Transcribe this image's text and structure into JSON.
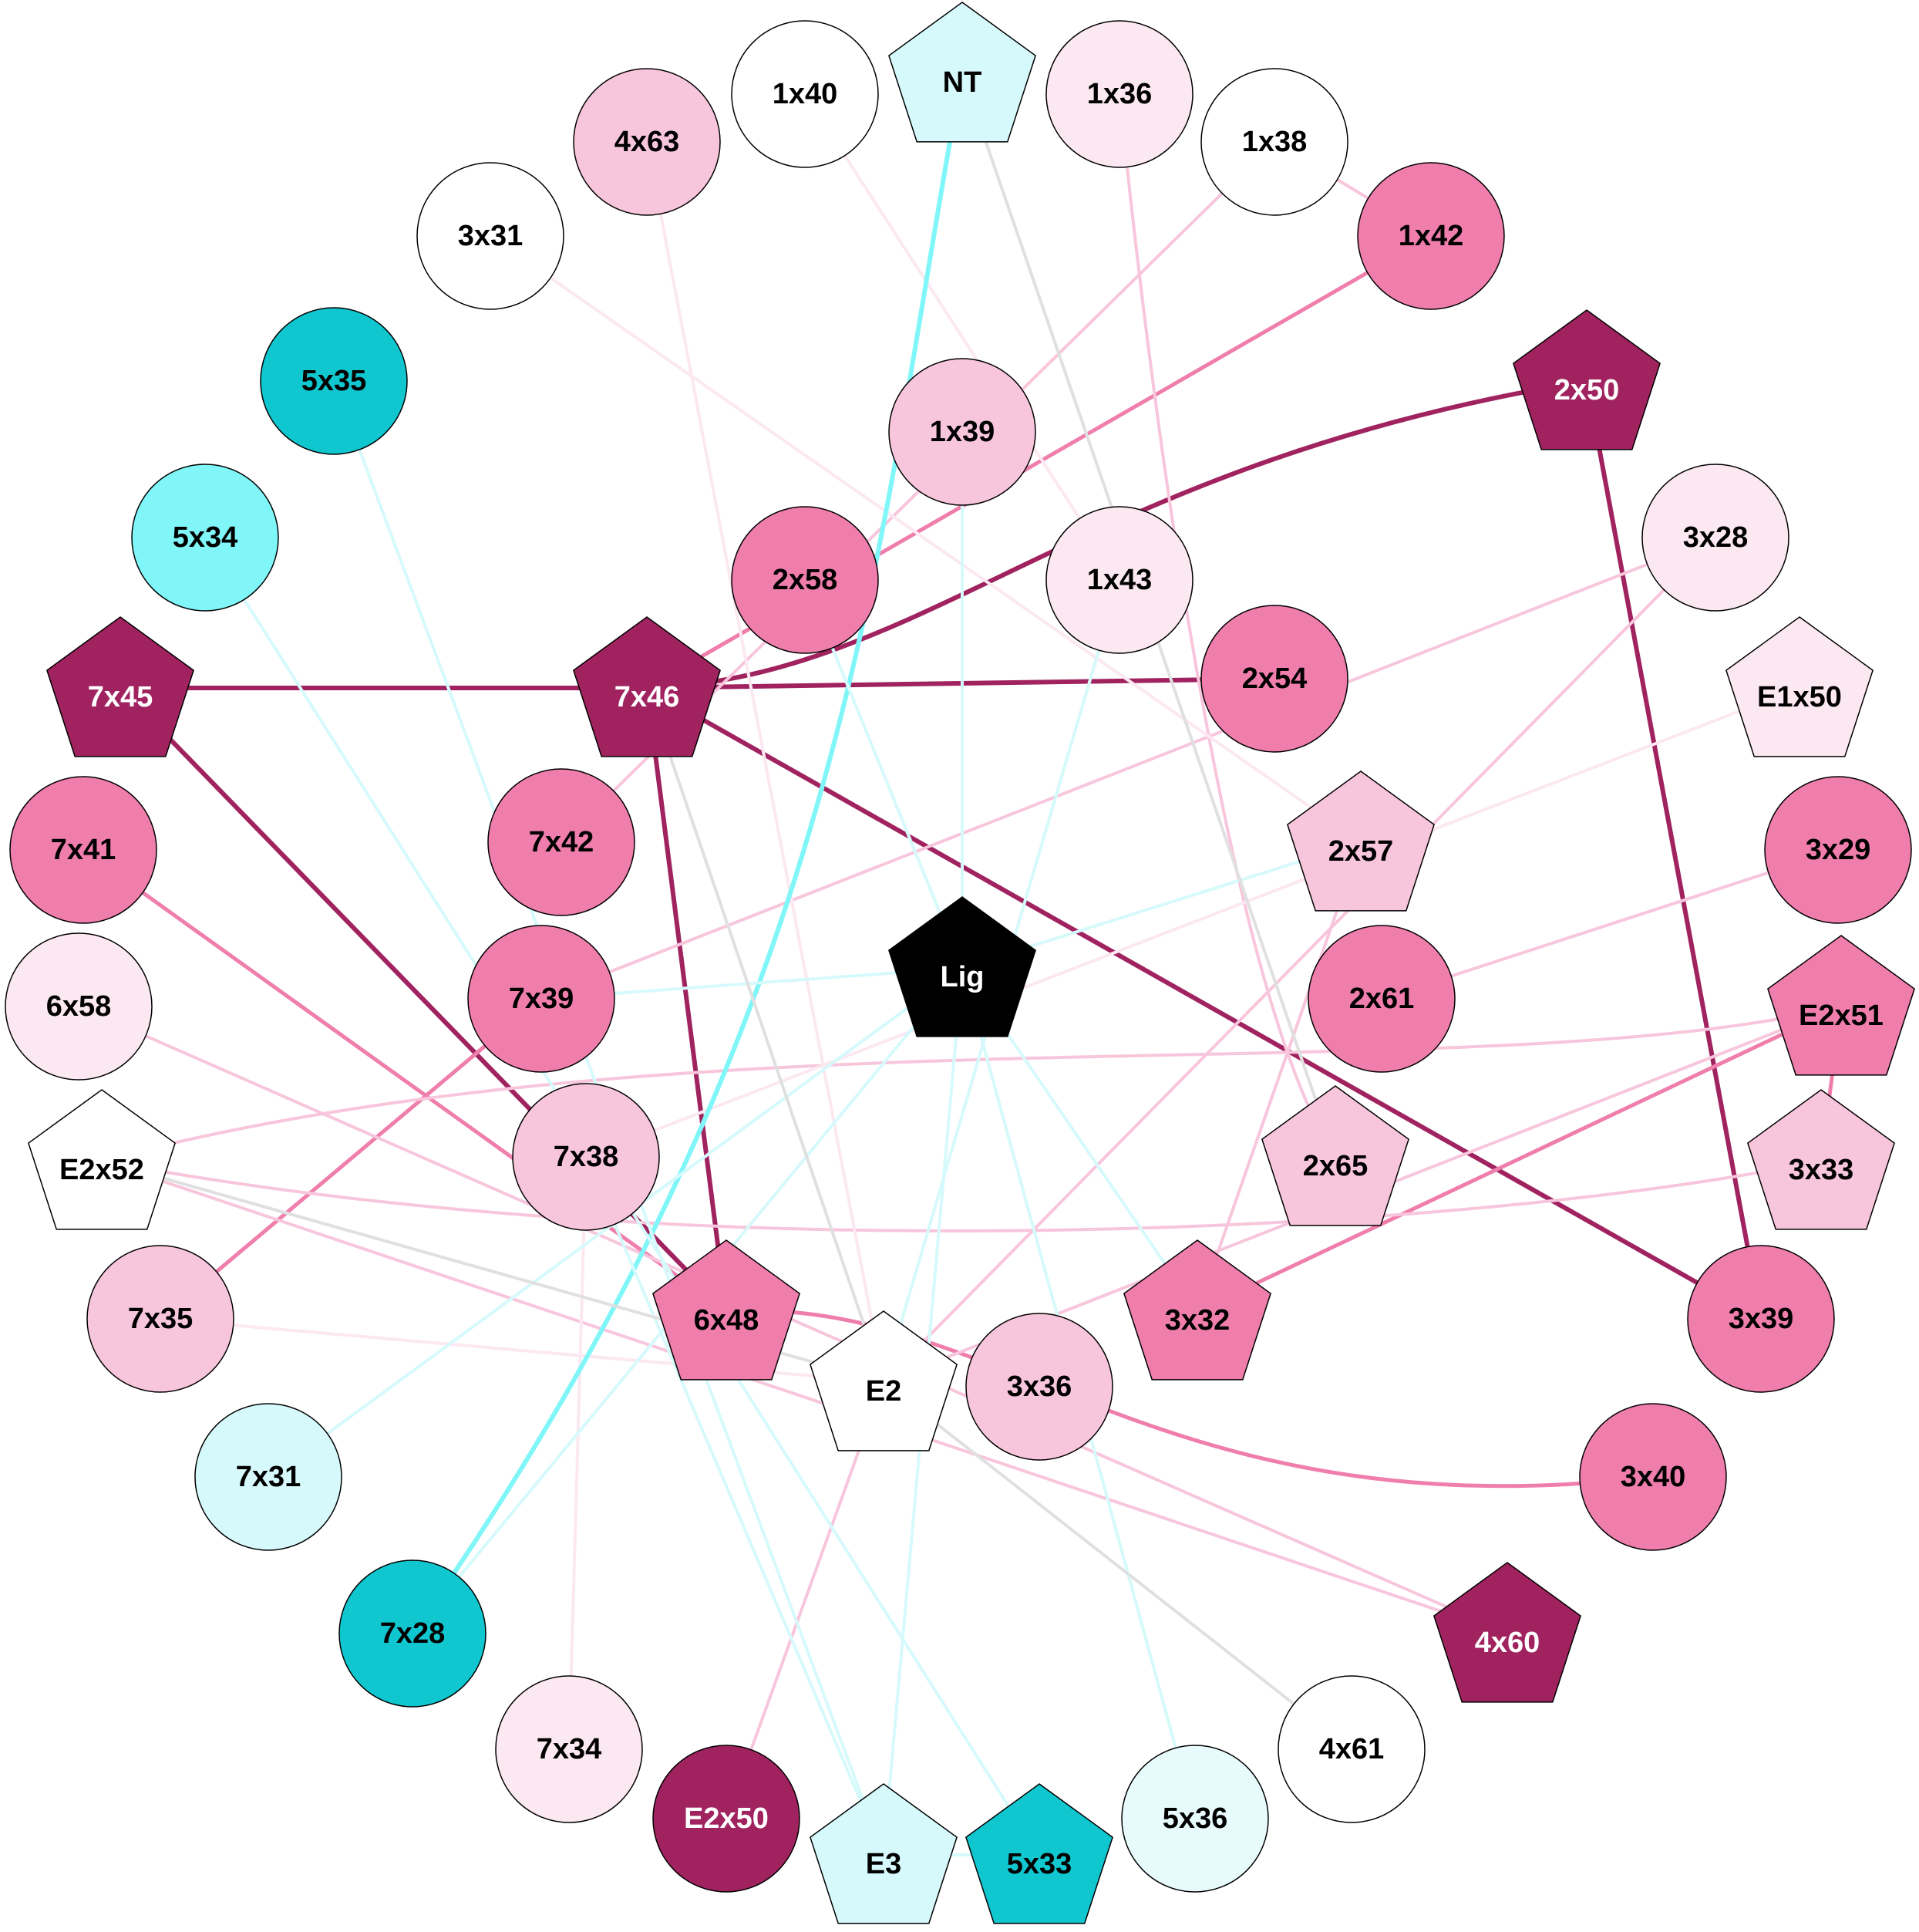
{
  "palette": {
    "white": "#ffffff",
    "black": "#000000",
    "pale_pink": "#fce8f1",
    "light_pink": "#f8c6dc",
    "pink": "#ef7eac",
    "magenta": "#a02360",
    "pale_cyan": "#d6fafc",
    "very_pale_cyan": "#e8fbfc",
    "light_cyan": "#80f6f8",
    "teal": "#10c6cf",
    "gray": "#e0e0e0"
  },
  "nodes": [
    {
      "id": "NT",
      "label": "NT",
      "shape": "pentagon",
      "fill": "pale_cyan",
      "text": "black"
    },
    {
      "id": "1x36",
      "label": "1x36",
      "shape": "circle",
      "fill": "pale_pink",
      "text": "black"
    },
    {
      "id": "1x40",
      "label": "1x40",
      "shape": "circle",
      "fill": "white",
      "text": "black"
    },
    {
      "id": "4x63",
      "label": "4x63",
      "shape": "circle",
      "fill": "light_pink",
      "text": "black"
    },
    {
      "id": "1x38",
      "label": "1x38",
      "shape": "circle",
      "fill": "white",
      "text": "black"
    },
    {
      "id": "3x31",
      "label": "3x31",
      "shape": "circle",
      "fill": "white",
      "text": "black"
    },
    {
      "id": "1x42",
      "label": "1x42",
      "shape": "circle",
      "fill": "pink",
      "text": "black"
    },
    {
      "id": "5x35",
      "label": "5x35",
      "shape": "circle",
      "fill": "teal",
      "text": "black"
    },
    {
      "id": "2x50",
      "label": "2x50",
      "shape": "pentagon",
      "fill": "magenta",
      "text": "white"
    },
    {
      "id": "1x39",
      "label": "1x39",
      "shape": "circle",
      "fill": "light_pink",
      "text": "black"
    },
    {
      "id": "5x34",
      "label": "5x34",
      "shape": "circle",
      "fill": "light_cyan",
      "text": "black"
    },
    {
      "id": "3x28",
      "label": "3x28",
      "shape": "circle",
      "fill": "pale_pink",
      "text": "black"
    },
    {
      "id": "2x58",
      "label": "2x58",
      "shape": "circle",
      "fill": "pink",
      "text": "black"
    },
    {
      "id": "1x43",
      "label": "1x43",
      "shape": "circle",
      "fill": "pale_pink",
      "text": "black"
    },
    {
      "id": "7x45",
      "label": "7x45",
      "shape": "pentagon",
      "fill": "magenta",
      "text": "white"
    },
    {
      "id": "7x46",
      "label": "7x46",
      "shape": "pentagon",
      "fill": "magenta",
      "text": "white"
    },
    {
      "id": "2x54",
      "label": "2x54",
      "shape": "circle",
      "fill": "pink",
      "text": "black"
    },
    {
      "id": "E1x50",
      "label": "E1x50",
      "shape": "pentagon",
      "fill": "pale_pink",
      "text": "black"
    },
    {
      "id": "7x41",
      "label": "7x41",
      "shape": "circle",
      "fill": "pink",
      "text": "black"
    },
    {
      "id": "7x42",
      "label": "7x42",
      "shape": "circle",
      "fill": "pink",
      "text": "black"
    },
    {
      "id": "2x57",
      "label": "2x57",
      "shape": "pentagon",
      "fill": "light_pink",
      "text": "black"
    },
    {
      "id": "3x29",
      "label": "3x29",
      "shape": "circle",
      "fill": "pink",
      "text": "black"
    },
    {
      "id": "Lig",
      "label": "Lig",
      "shape": "pentagon",
      "fill": "black",
      "text": "white"
    },
    {
      "id": "6x58",
      "label": "6x58",
      "shape": "circle",
      "fill": "pale_pink",
      "text": "black"
    },
    {
      "id": "7x39",
      "label": "7x39",
      "shape": "circle",
      "fill": "pink",
      "text": "black"
    },
    {
      "id": "2x61",
      "label": "2x61",
      "shape": "circle",
      "fill": "pink",
      "text": "black"
    },
    {
      "id": "E2x51",
      "label": "E2x51",
      "shape": "pentagon",
      "fill": "pink",
      "text": "black"
    },
    {
      "id": "E2x52",
      "label": "E2x52",
      "shape": "pentagon",
      "fill": "white",
      "text": "black"
    },
    {
      "id": "7x38",
      "label": "7x38",
      "shape": "circle",
      "fill": "light_pink",
      "text": "black"
    },
    {
      "id": "2x65",
      "label": "2x65",
      "shape": "pentagon",
      "fill": "light_pink",
      "text": "black"
    },
    {
      "id": "3x33",
      "label": "3x33",
      "shape": "pentagon",
      "fill": "light_pink",
      "text": "black"
    },
    {
      "id": "7x35",
      "label": "7x35",
      "shape": "circle",
      "fill": "light_pink",
      "text": "black"
    },
    {
      "id": "6x48",
      "label": "6x48",
      "shape": "pentagon",
      "fill": "pink",
      "text": "black"
    },
    {
      "id": "3x32",
      "label": "3x32",
      "shape": "pentagon",
      "fill": "pink",
      "text": "black"
    },
    {
      "id": "3x39",
      "label": "3x39",
      "shape": "circle",
      "fill": "pink",
      "text": "black"
    },
    {
      "id": "E2",
      "label": "E2",
      "shape": "pentagon",
      "fill": "white",
      "text": "black"
    },
    {
      "id": "3x36",
      "label": "3x36",
      "shape": "circle",
      "fill": "light_pink",
      "text": "black"
    },
    {
      "id": "7x31",
      "label": "7x31",
      "shape": "circle",
      "fill": "pale_cyan",
      "text": "black"
    },
    {
      "id": "3x40",
      "label": "3x40",
      "shape": "circle",
      "fill": "pink",
      "text": "black"
    },
    {
      "id": "7x28",
      "label": "7x28",
      "shape": "circle",
      "fill": "teal",
      "text": "black"
    },
    {
      "id": "4x60",
      "label": "4x60",
      "shape": "pentagon",
      "fill": "magenta",
      "text": "white"
    },
    {
      "id": "7x34",
      "label": "7x34",
      "shape": "circle",
      "fill": "pale_pink",
      "text": "black"
    },
    {
      "id": "4x61",
      "label": "4x61",
      "shape": "circle",
      "fill": "white",
      "text": "black"
    },
    {
      "id": "E2x50",
      "label": "E2x50",
      "shape": "circle",
      "fill": "magenta",
      "text": "white"
    },
    {
      "id": "5x36",
      "label": "5x36",
      "shape": "circle",
      "fill": "very_pale_cyan",
      "text": "black"
    },
    {
      "id": "E3",
      "label": "E3",
      "shape": "pentagon",
      "fill": "pale_cyan",
      "text": "black"
    },
    {
      "id": "5x33",
      "label": "5x33",
      "shape": "pentagon",
      "fill": "teal",
      "text": "black"
    }
  ],
  "edges": [
    {
      "source": "7x45",
      "target": "7x46",
      "color": "magenta",
      "weight": 3
    },
    {
      "source": "7x46",
      "target": "2x50",
      "color": "magenta",
      "weight": 3
    },
    {
      "source": "7x46",
      "target": "2x54",
      "color": "magenta",
      "weight": 3
    },
    {
      "source": "7x46",
      "target": "3x39",
      "color": "magenta",
      "weight": 3
    },
    {
      "source": "7x46",
      "target": "6x48",
      "color": "magenta",
      "weight": 3
    },
    {
      "source": "7x45",
      "target": "6x48",
      "color": "magenta",
      "weight": 3
    },
    {
      "source": "2x50",
      "target": "3x39",
      "color": "magenta",
      "weight": 3
    },
    {
      "source": "1x42",
      "target": "7x46",
      "color": "pink",
      "weight": 2.5
    },
    {
      "source": "7x41",
      "target": "6x48",
      "color": "pink",
      "weight": 2.5
    },
    {
      "source": "6x48",
      "target": "3x40",
      "color": "pink",
      "weight": 2.5
    },
    {
      "source": "7x39",
      "target": "7x35",
      "color": "pink",
      "weight": 2.5
    },
    {
      "source": "E2x51",
      "target": "3x32",
      "color": "pink",
      "weight": 2.5
    },
    {
      "source": "E2x51",
      "target": "3x33",
      "color": "pink",
      "weight": 2.5
    },
    {
      "source": "1x42",
      "target": "1x38",
      "color": "light_pink",
      "weight": 2
    },
    {
      "source": "1x38",
      "target": "7x42",
      "color": "light_pink",
      "weight": 2
    },
    {
      "source": "1x36",
      "target": "2x65",
      "color": "light_pink",
      "weight": 2
    },
    {
      "source": "2x57",
      "target": "3x32",
      "color": "light_pink",
      "weight": 2
    },
    {
      "source": "3x28",
      "target": "E2",
      "color": "light_pink",
      "weight": 2
    },
    {
      "source": "3x28",
      "target": "7x39",
      "color": "light_pink",
      "weight": 2
    },
    {
      "source": "3x29",
      "target": "2x61",
      "color": "light_pink",
      "weight": 2
    },
    {
      "source": "E2x52",
      "target": "E2x51",
      "color": "light_pink",
      "weight": 2
    },
    {
      "source": "E2x52",
      "target": "3x33",
      "color": "light_pink",
      "weight": 2
    },
    {
      "source": "E2x52",
      "target": "4x60",
      "color": "light_pink",
      "weight": 2
    },
    {
      "source": "6x58",
      "target": "4x60",
      "color": "light_pink",
      "weight": 2
    },
    {
      "source": "E2",
      "target": "E2x50",
      "color": "light_pink",
      "weight": 2
    },
    {
      "source": "E2x51",
      "target": "E2",
      "color": "light_pink",
      "weight": 2
    },
    {
      "source": "3x31",
      "target": "2x57",
      "color": "pale_pink",
      "weight": 2
    },
    {
      "source": "4x63",
      "target": "E2",
      "color": "pale_pink",
      "weight": 2
    },
    {
      "source": "1x40",
      "target": "1x43",
      "color": "pale_pink",
      "weight": 2
    },
    {
      "source": "E1x50",
      "target": "7x38",
      "color": "pale_pink",
      "weight": 2
    },
    {
      "source": "7x35",
      "target": "E2",
      "color": "pale_pink",
      "weight": 2
    },
    {
      "source": "7x34",
      "target": "7x38",
      "color": "pale_pink",
      "weight": 2
    },
    {
      "source": "NT",
      "target": "7x28",
      "color": "light_cyan",
      "weight": 3
    },
    {
      "source": "E3",
      "target": "7x38",
      "color": "pale_cyan",
      "weight": 2
    },
    {
      "source": "5x35",
      "target": "E3",
      "color": "pale_cyan",
      "weight": 2
    },
    {
      "source": "5x34",
      "target": "5x33",
      "color": "pale_cyan",
      "weight": 2
    },
    {
      "source": "Lig",
      "target": "7x28",
      "color": "pale_cyan",
      "weight": 2
    },
    {
      "source": "Lig",
      "target": "7x31",
      "color": "pale_cyan",
      "weight": 2
    },
    {
      "source": "Lig",
      "target": "E3",
      "color": "pale_cyan",
      "weight": 2
    },
    {
      "source": "Lig",
      "target": "2x58",
      "color": "pale_cyan",
      "weight": 2
    },
    {
      "source": "Lig",
      "target": "1x39",
      "color": "pale_cyan",
      "weight": 2
    },
    {
      "source": "Lig",
      "target": "2x57",
      "color": "pale_cyan",
      "weight": 2
    },
    {
      "source": "Lig",
      "target": "7x39",
      "color": "pale_cyan",
      "weight": 2
    },
    {
      "source": "Lig",
      "target": "5x36",
      "color": "pale_cyan",
      "weight": 2
    },
    {
      "source": "Lig",
      "target": "3x32",
      "color": "pale_cyan",
      "weight": 2
    },
    {
      "source": "1x43",
      "target": "E2",
      "color": "pale_cyan",
      "weight": 2
    },
    {
      "source": "E3",
      "target": "5x33",
      "color": "pale_cyan",
      "weight": 2
    },
    {
      "source": "NT",
      "target": "2x65",
      "color": "gray",
      "weight": 2
    },
    {
      "source": "7x46",
      "target": "E2",
      "color": "gray",
      "weight": 2
    },
    {
      "source": "E2x52",
      "target": "E2",
      "color": "gray",
      "weight": 2
    },
    {
      "source": "E2",
      "target": "4x61",
      "color": "gray",
      "weight": 2
    }
  ]
}
